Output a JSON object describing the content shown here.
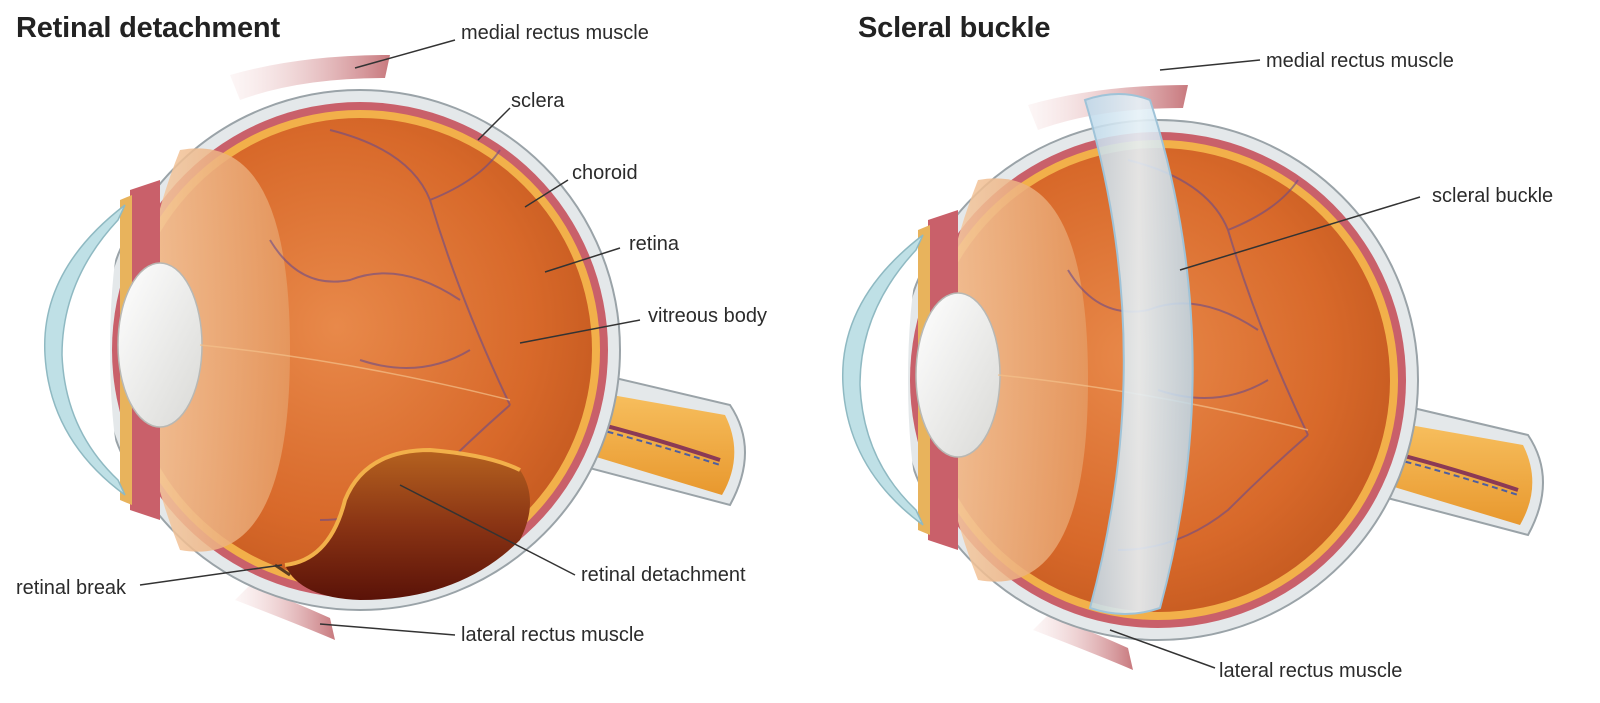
{
  "left_panel": {
    "title": "Retinal detachment",
    "labels": {
      "medial_rectus": "medial rectus muscle",
      "sclera": "sclera",
      "choroid": "choroid",
      "retina": "retina",
      "vitreous": "vitreous body",
      "retinal_detachment": "retinal detachment",
      "retinal_break": "retinal break",
      "lateral_rectus": "lateral rectus muscle"
    }
  },
  "right_panel": {
    "title": "Scleral buckle",
    "labels": {
      "medial_rectus": "medial rectus muscle",
      "scleral_buckle": "scleral buckle",
      "lateral_rectus": "lateral rectus muscle"
    }
  },
  "colors": {
    "sclera": "#e4e8ea",
    "choroid": "#c9606a",
    "retina": "#f2b04a",
    "vitreous": "#d8692a",
    "detachment": "#6e1d0c",
    "lens": "#f3f3f1",
    "cornea": "#bfe0e6",
    "muscle": "#c8797e",
    "buckle": "#cfe4f0"
  }
}
